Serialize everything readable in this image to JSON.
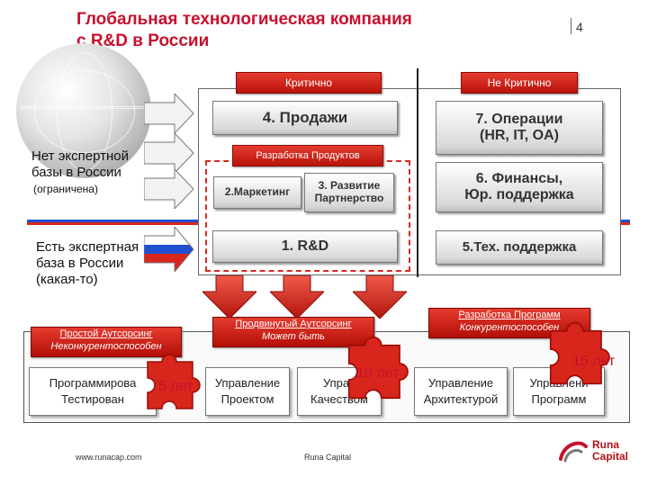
{
  "header": {
    "title_line1": "Глобальная технологическая компания",
    "title_line2": "с R&D в России",
    "page_number": "4"
  },
  "left": {
    "no_expertise_line1": "Нет экспертной",
    "no_expertise_line2": "базы в России",
    "no_expertise_note": "(ограничена)",
    "has_expertise_line1": "Есть экспертная",
    "has_expertise_line2": "база в России",
    "has_expertise_line3": "(какая-то)",
    "flag_colors": [
      "#ffffff",
      "#1f4fd1",
      "#d8261c"
    ]
  },
  "matrix": {
    "critical_label": "Критично",
    "noncritical_label": "Не Критично",
    "product_dev_label": "Разработка Продуктов",
    "sales": "4. Продажи",
    "marketing": "2.Маркетинг",
    "partnership_line1": "3. Развитие",
    "partnership_line2": "Партнерство",
    "rnd": "1. R&D",
    "operations_line1": "7. Операции",
    "operations_line2": "(HR, IT, OA)",
    "finance_line1": "6. Финансы,",
    "finance_line2": "Юр. поддержка",
    "tech_support": "5.Тех. поддержка"
  },
  "bottom": {
    "simple_outsourcing_line1": "Простой Аутсорсинг",
    "simple_outsourcing_line2": "Неконкурентоспособен",
    "advanced_outsourcing_line1": "Продвинутый Аутсорсинг",
    "advanced_outsourcing_line2": "Может быть",
    "program_dev_line1": "Разработка Программ",
    "program_dev_line2": "Конкурентоспособен",
    "programming_line1": "Программирова",
    "programming_line2": "Тестирован",
    "project_mgmt_line1": "Управление",
    "project_mgmt_line2": "Проектом",
    "quality_mgmt_line1": "Управ",
    "quality_mgmt_line2": "Качеством",
    "architecture_line1": "Управление",
    "architecture_line2": "Архитектурой",
    "program_mgmt_line1": "Управлени",
    "program_mgmt_line2": "Программ",
    "years_5": "5 лет",
    "years_10": "10 лет",
    "years_15": "15 лет"
  },
  "footer": {
    "website": "www.runacap.com",
    "company": "Runa Capital",
    "logo_line1": "Runa",
    "logo_line2": "Capital"
  },
  "colors": {
    "accent_red": "#c8102e",
    "puzzle_red": "#d8261c",
    "arrow_red": "#d8261c"
  }
}
